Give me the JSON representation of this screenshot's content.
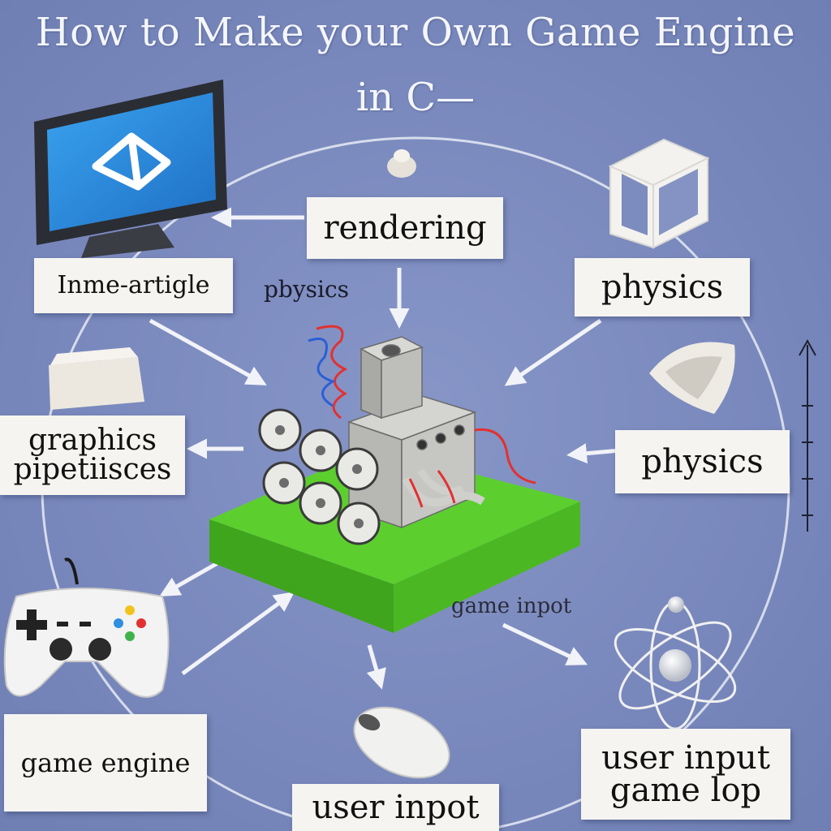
{
  "title": {
    "line1": "How to Make your Own Game Engine",
    "line2": "in C—"
  },
  "labels": {
    "rendering": "rendering",
    "inme_article": "Inme-artigle",
    "physics_small": "pbysics",
    "physics_top_right": "physics",
    "graphics_line1": "graphics",
    "graphics_line2": "pipetiisces",
    "physics_right": "physics",
    "game_inpot": "game inpot",
    "game_engine": "game engine",
    "user_inpot": "user inpot",
    "user_input_line1": "user input",
    "user_input_line2": "game lop"
  },
  "colors": {
    "background": "#7a89bd",
    "label_bg": "#f5f4f0",
    "arrow": "#f2f3f8",
    "platform": "#5ccf2f",
    "monitor_screen": "#2f8fe0"
  },
  "icons": [
    "monitor-icon",
    "cube-icon",
    "gamepad-icon",
    "mouse-icon",
    "atom-icon",
    "engine-icon"
  ]
}
